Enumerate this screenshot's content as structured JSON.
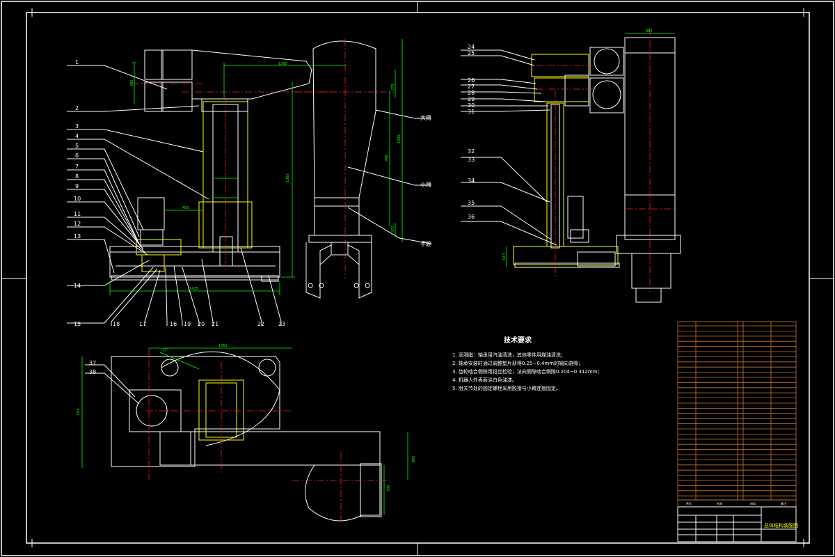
{
  "part_labels": [
    "1",
    "2",
    "3",
    "4",
    "5",
    "6",
    "7",
    "8",
    "9",
    "10",
    "11",
    "12",
    "13",
    "14",
    "15",
    "16",
    "17",
    "18",
    "19",
    "20",
    "21",
    "22",
    "23",
    "24",
    "25",
    "26",
    "27",
    "28",
    "29",
    "30",
    "31",
    "32",
    "33",
    "34",
    "35",
    "36",
    "37",
    "38"
  ],
  "arm_labels": {
    "upper_arm": "大臂",
    "forearm": "小臂",
    "wrist": "手腕"
  },
  "dimensions": {
    "d_1260": "1260",
    "d_1365": "1365",
    "d_2306": "2306",
    "d_948": "948",
    "d_450": "450",
    "d_1425": "1425",
    "d_270": "270",
    "d_372": "372",
    "d_282": "282",
    "d_981": "981",
    "d_1362": "1362",
    "d_584": "584",
    "d_60_5": "60.5",
    "d_300": "300",
    "d_982": "982",
    "d_725": "725"
  },
  "tech": {
    "heading": "技术要求",
    "items": [
      "1. 润滑脂：轴承用汽油清洗，其他零件用煤油清洗；",
      "2. 轴承安装时通过调整垫片获得0.25~0.4mm的轴向游隙；",
      "3. 齿轮啮合侧隙用铅丝检验，法向侧隙啮合侧隙0.204~0.312mm；",
      "4. 机器人外表面涂白色油漆。",
      "5. 肘关节处的固定螺栓采用胶接与小臂连接固定。"
    ]
  },
  "title_block": {
    "drawing_name": "总体结构装配图",
    "col_seq": "序号",
    "col_name": "名称",
    "col_material": "材料",
    "col_note": "备注"
  },
  "colors": {
    "frame": "#ffffff",
    "outline": "#ffff00",
    "dimension": "#00ff00",
    "centerline": "#ff2020",
    "hidden": "#ff00ff",
    "table_grid": "#c8782a"
  }
}
